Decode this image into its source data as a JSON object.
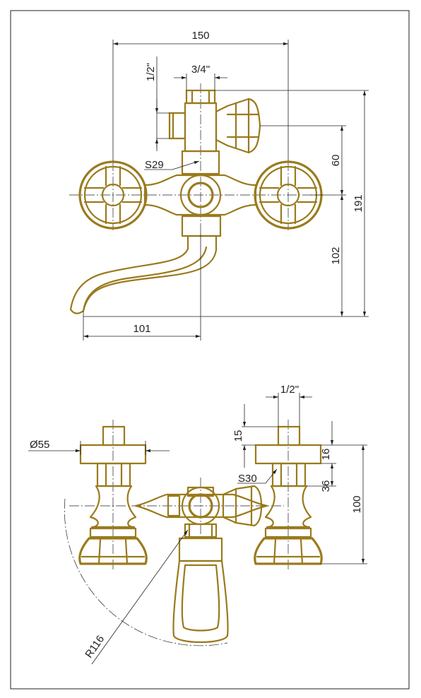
{
  "colors": {
    "outline": "#9a7a1c",
    "line": "#222222",
    "background": "#ffffff"
  },
  "top_view": {
    "dims": {
      "width_total": "150",
      "inlet_left": "1/2\"",
      "outlet_top": "3/4\"",
      "wrench_left": "S29",
      "height_upper": "60",
      "height_total": "191",
      "height_lower": "102",
      "spout_reach": "101"
    }
  },
  "bottom_view": {
    "dims": {
      "flange_diameter": "Ø55",
      "outlet_top": "1/2\"",
      "thread_length": "15",
      "flange_thickness": "16",
      "wrench_right": "S30",
      "nut_height": "36",
      "height_total": "100",
      "swing_radius": "R116"
    }
  }
}
